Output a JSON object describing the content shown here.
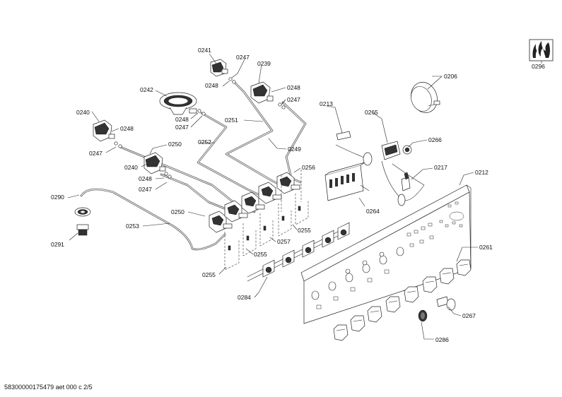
{
  "labels": {
    "p0241": "0241",
    "p0247a": "0247",
    "p0239": "0239",
    "p0248a": "0248",
    "p0248b": "0248",
    "p0247b": "0247",
    "p0206": "0206",
    "p0296": "0296",
    "p0242": "0242",
    "p0240a": "0240",
    "p0248c": "0248",
    "p0248d": "0248",
    "p0247c": "0247",
    "p0251": "0251",
    "p0213": "0213",
    "p0265": "0265",
    "p0247d": "0247",
    "p0252": "0252",
    "p0250a": "0250",
    "p0249": "0249",
    "p0266": "0266",
    "p0240b": "0240",
    "p0248e": "0248",
    "p0247e": "0247",
    "p0256": "0256",
    "p0217": "0217",
    "p0212": "0212",
    "p0290": "0290",
    "p0264": "0264",
    "p0250b": "0250",
    "p0253": "0253",
    "p0255a": "0255",
    "p0291": "0291",
    "p0257": "0257",
    "p0255b": "0255",
    "p0261": "0261",
    "p0255c": "0255",
    "p0284": "0284",
    "p0267": "0267",
    "p0286": "0286"
  },
  "footer": "58300000175479 aet 000 c 2/5"
}
